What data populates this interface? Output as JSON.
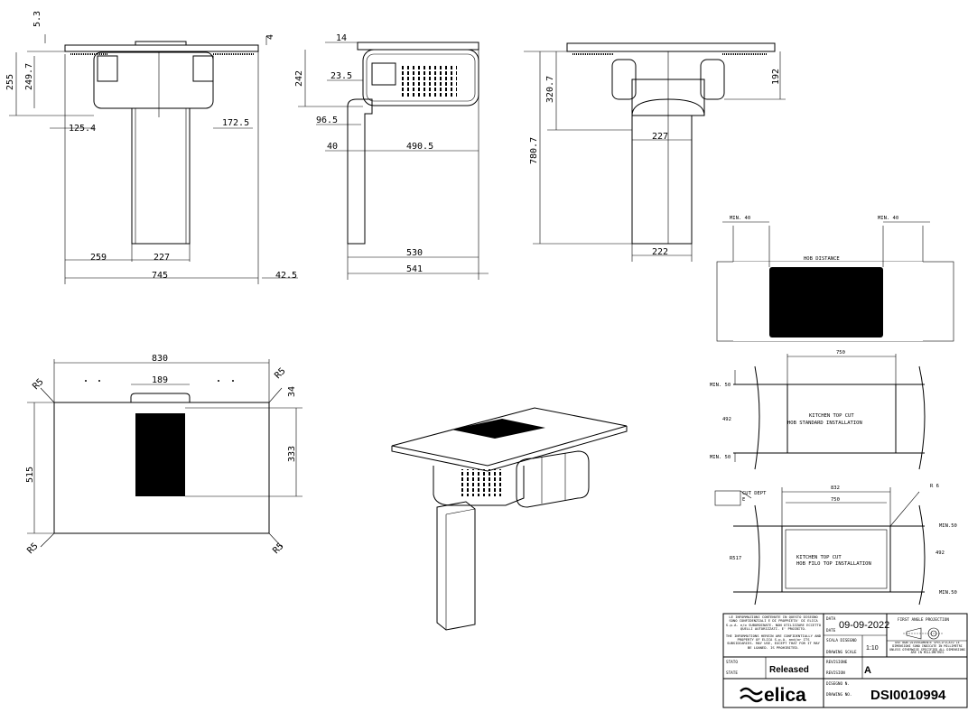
{
  "drawing": {
    "front_view": {
      "dims": [
        "5.3",
        "255",
        "249.7",
        "125.4",
        "172.5",
        "259",
        "227",
        "745",
        "42.5",
        "4"
      ]
    },
    "side_view": {
      "dims": [
        "14",
        "242",
        "23.5",
        "96.5",
        "40",
        "490.5",
        "530",
        "541"
      ]
    },
    "rear_view": {
      "dims": [
        "192",
        "320.7",
        "780.7",
        "227",
        "222"
      ]
    },
    "top_view": {
      "dims": [
        "830",
        "189",
        "34",
        "333",
        "515",
        "R5",
        "R5",
        "R5",
        "R5"
      ]
    },
    "hob_distance": {
      "min_left": "MIN. 40",
      "min_right": "MIN. 40",
      "label": "HOB DISTANCE"
    },
    "standard_cut": {
      "width": "750",
      "depth": "492",
      "min_top": "MIN. 50",
      "min_bottom": "MIN. 50",
      "line1": "KITCHEN TOP CUT",
      "line2": "HOB STANDARD INSTALLATION"
    },
    "filo_cut": {
      "outer": "832",
      "inner": "750",
      "cut_label": "CUT DEPT",
      "cut_letter": "E",
      "radius": "R 6",
      "left_dim": "R517",
      "right_dim": "492",
      "min_top": "MIN.50",
      "min_bottom": "MIN.50",
      "line1": "KITCHEN TOP CUT",
      "line2": "HOB FILO TOP INSTALLATION"
    }
  },
  "title_block": {
    "notice_it": "LE INFORMAZIONI CONTENUTE IN QUESTO DISEGNO SONO CONFIDENZIALI E DI PROPRIETA' DI ELICA S.p.A. e/o SUBORDINATE. NON UTILIZZARE ECCETTO QUELLI AUTORIZZATI. E' PROIBITO.",
    "notice_en": "THE INFORMATIONS HEREIN ARE CONFIDENTIALLY AND PROPERTY OF ELICA S.p.A. and/or ITS SUBSIDIARIES. MAY USE, EXCEPT THAT FOR IT MAY BE LOANED. IS PROHIBITED.",
    "data_label": "DATA",
    "date_label": "DATE",
    "date_value": "09-09-2022",
    "scala_label": "SCALA DISEGNO",
    "scale_label": "DRAWING SCALE",
    "scale_value": "1:10",
    "projection": "FIRST ANGLE PROJECTION",
    "units_it": "OVE NON DIVERSAMENTE SPECIFICATO LE DIMENSIONI SONO INDICATE IN MILLIMETRI",
    "units_en": "UNLESS OTHERWISE SPECIFIED ALL DIMENSIONS ARE IN MILLIMETRES",
    "stato_label": "STATO",
    "state_label": "STATE",
    "state_value": "Released",
    "revisione_label": "REVISIONE",
    "revision_label": "REVISION",
    "revision_value": "A",
    "disegno_label": "DISEGNO N.",
    "drawing_no_label": "DRAWING NO.",
    "drawing_no": "DSI0010994",
    "brand": "elica"
  }
}
